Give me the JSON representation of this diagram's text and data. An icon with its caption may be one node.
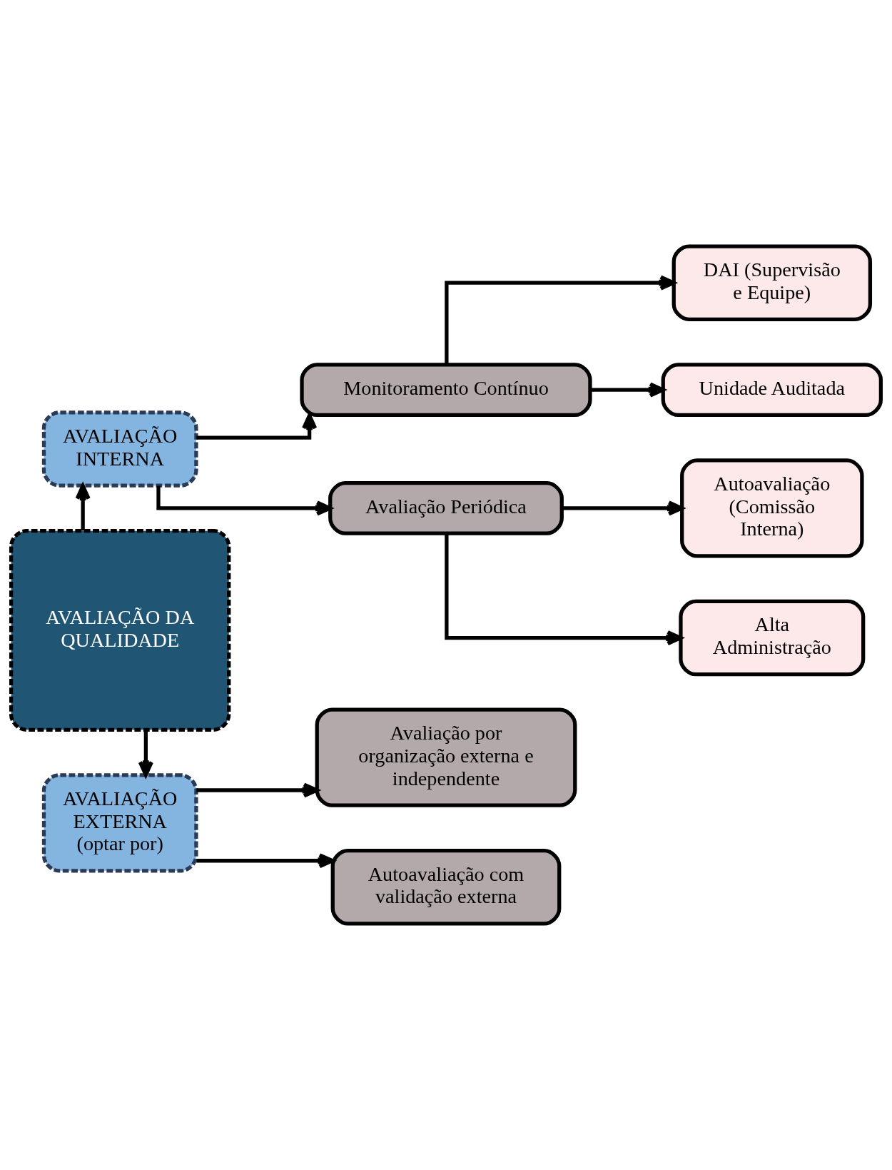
{
  "diagram": {
    "nodes": [
      {
        "text": [
          "AVALIAÇÃO DA QUALIDADE"
        ]
      },
      {
        "text": [
          "AVALIAÇÃO INTERNA"
        ]
      },
      {
        "text": [
          "Monitoramento Contínuo"
        ]
      },
      {
        "text": [
          "DAI (Supervisão e Equipe)"
        ]
      },
      {
        "text": [
          "Unidade Auditada"
        ]
      },
      {
        "text": [
          "Avaliação Periódica"
        ]
      },
      {
        "text": [
          "Autoavaliação (Comissão Interna)"
        ]
      },
      {
        "text": [
          "Alta Administração"
        ]
      },
      {
        "text": [
          "AVALIAÇÃO EXTERNA (optar por)"
        ]
      },
      {
        "text": [
          "Avaliação por organização externa e independente"
        ]
      },
      {
        "text": [
          "Autoavaliação com validação externa"
        ]
      }
    ],
    "edges": [
      {
        "from": 0,
        "to": 1,
        "arrow": "to"
      },
      {
        "from": 0,
        "to": 8,
        "arrow": "to"
      },
      {
        "from": 1,
        "to": 2,
        "arrow": "to"
      },
      {
        "from": 1,
        "to": 5,
        "arrow": "to"
      },
      {
        "from": 2,
        "to": 3,
        "arrow": "to"
      },
      {
        "from": 2,
        "to": 4,
        "arrow": "to"
      },
      {
        "from": 5,
        "to": 6,
        "arrow": "to"
      },
      {
        "from": 5,
        "to": 7,
        "arrow": "to"
      },
      {
        "from": 8,
        "to": 9,
        "arrow": "to"
      },
      {
        "from": 8,
        "to": 10,
        "arrow": "to"
      }
    ]
  }
}
